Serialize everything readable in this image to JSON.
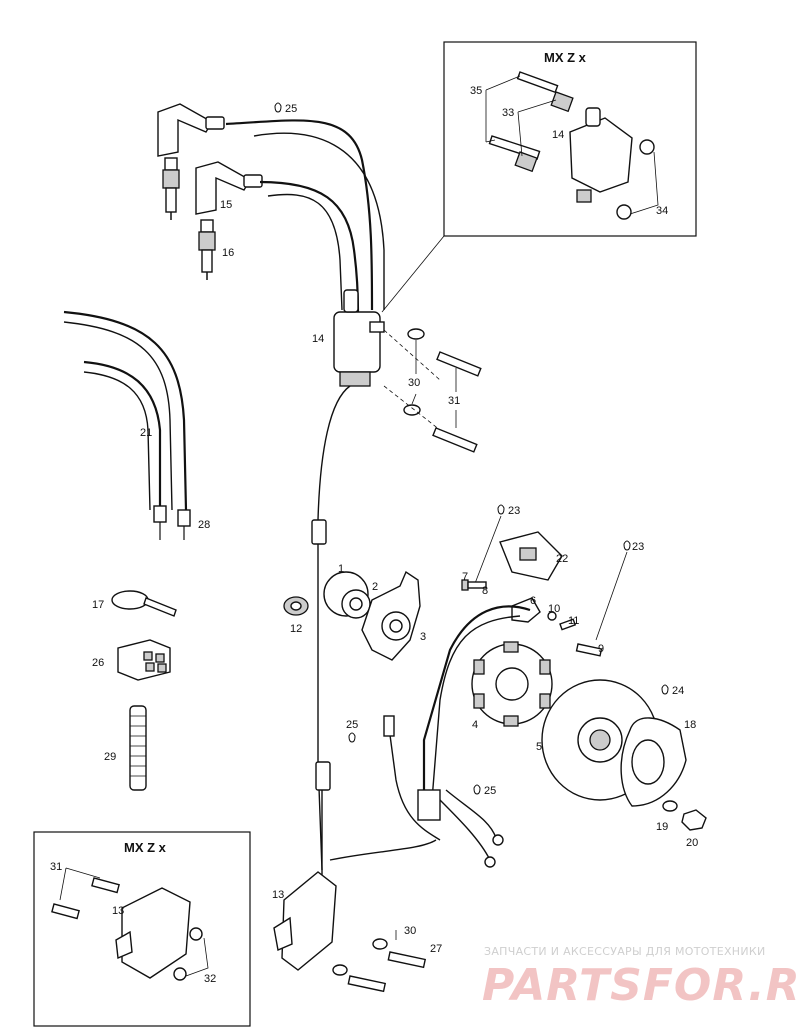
{
  "insets": [
    {
      "id": "inset-top",
      "title": "MX Z x",
      "labels": [
        "35",
        "33",
        "14",
        "34"
      ]
    },
    {
      "id": "inset-bottom",
      "title": "MX Z x",
      "labels": [
        "31",
        "13",
        "32"
      ]
    }
  ],
  "callouts": {
    "c1": "1",
    "c2": "2",
    "c3": "3",
    "c4": "4",
    "c5": "5",
    "c6": "6",
    "c7": "7",
    "c8": "8",
    "c9": "9",
    "c10": "10",
    "c11": "11",
    "c12": "12",
    "c13": "13",
    "c14": "14",
    "c15": "15",
    "c16": "16",
    "c17": "17",
    "c18": "18",
    "c19": "19",
    "c20": "20",
    "c21": "21",
    "c22": "22",
    "c23a": "23",
    "c23b": "23",
    "c24": "24",
    "c25a": "25",
    "c25b": "25",
    "c25c": "25",
    "c26": "26",
    "c27": "27",
    "c28": "28",
    "c29": "29",
    "c30a": "30",
    "c30b": "30",
    "c31": "31"
  },
  "watermark": {
    "caption": "ЗАПЧАСТИ И АКСЕССУАРЫ ДЛЯ МОТОТЕХНИКИ",
    "logo": "PARTSFOR.RU"
  }
}
